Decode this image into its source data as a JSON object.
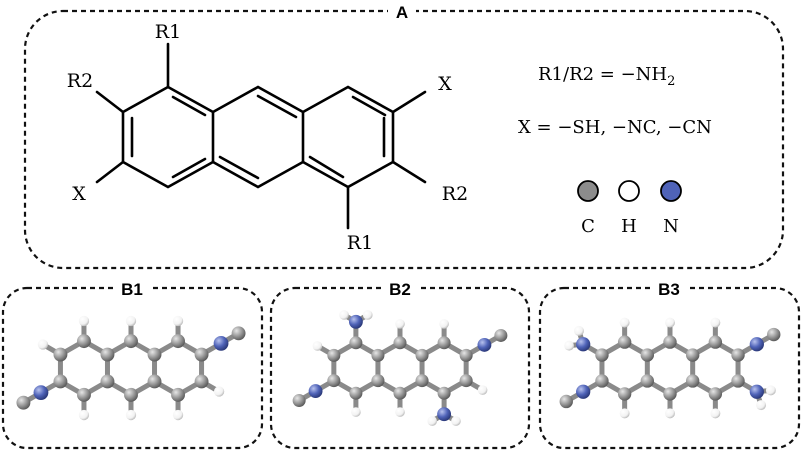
{
  "panels": {
    "A": {
      "label": "A"
    },
    "B1": {
      "label": "B1"
    },
    "B2": {
      "label": "B2"
    },
    "B3": {
      "label": "B3"
    }
  },
  "structure": {
    "substituents": {
      "r1_top": "R1",
      "r1_bottom": "R1",
      "r2_left": "R2",
      "r2_right": "R2",
      "x_left": "X",
      "x_right": "X"
    }
  },
  "definitions": {
    "r_line": "R1/R2 = −NH",
    "r_subscript": "2",
    "x_line": "X = −SH, −NC, −CN"
  },
  "legend": {
    "items": [
      {
        "symbol": "C",
        "color": "#8c8c8c"
      },
      {
        "symbol": "H",
        "color": "#ffffff"
      },
      {
        "symbol": "N",
        "color": "#4f63b8"
      }
    ]
  },
  "colors": {
    "carbon": "#8c8c8c",
    "hydrogen": "#ffffff",
    "nitrogen": "#4f63b8"
  }
}
